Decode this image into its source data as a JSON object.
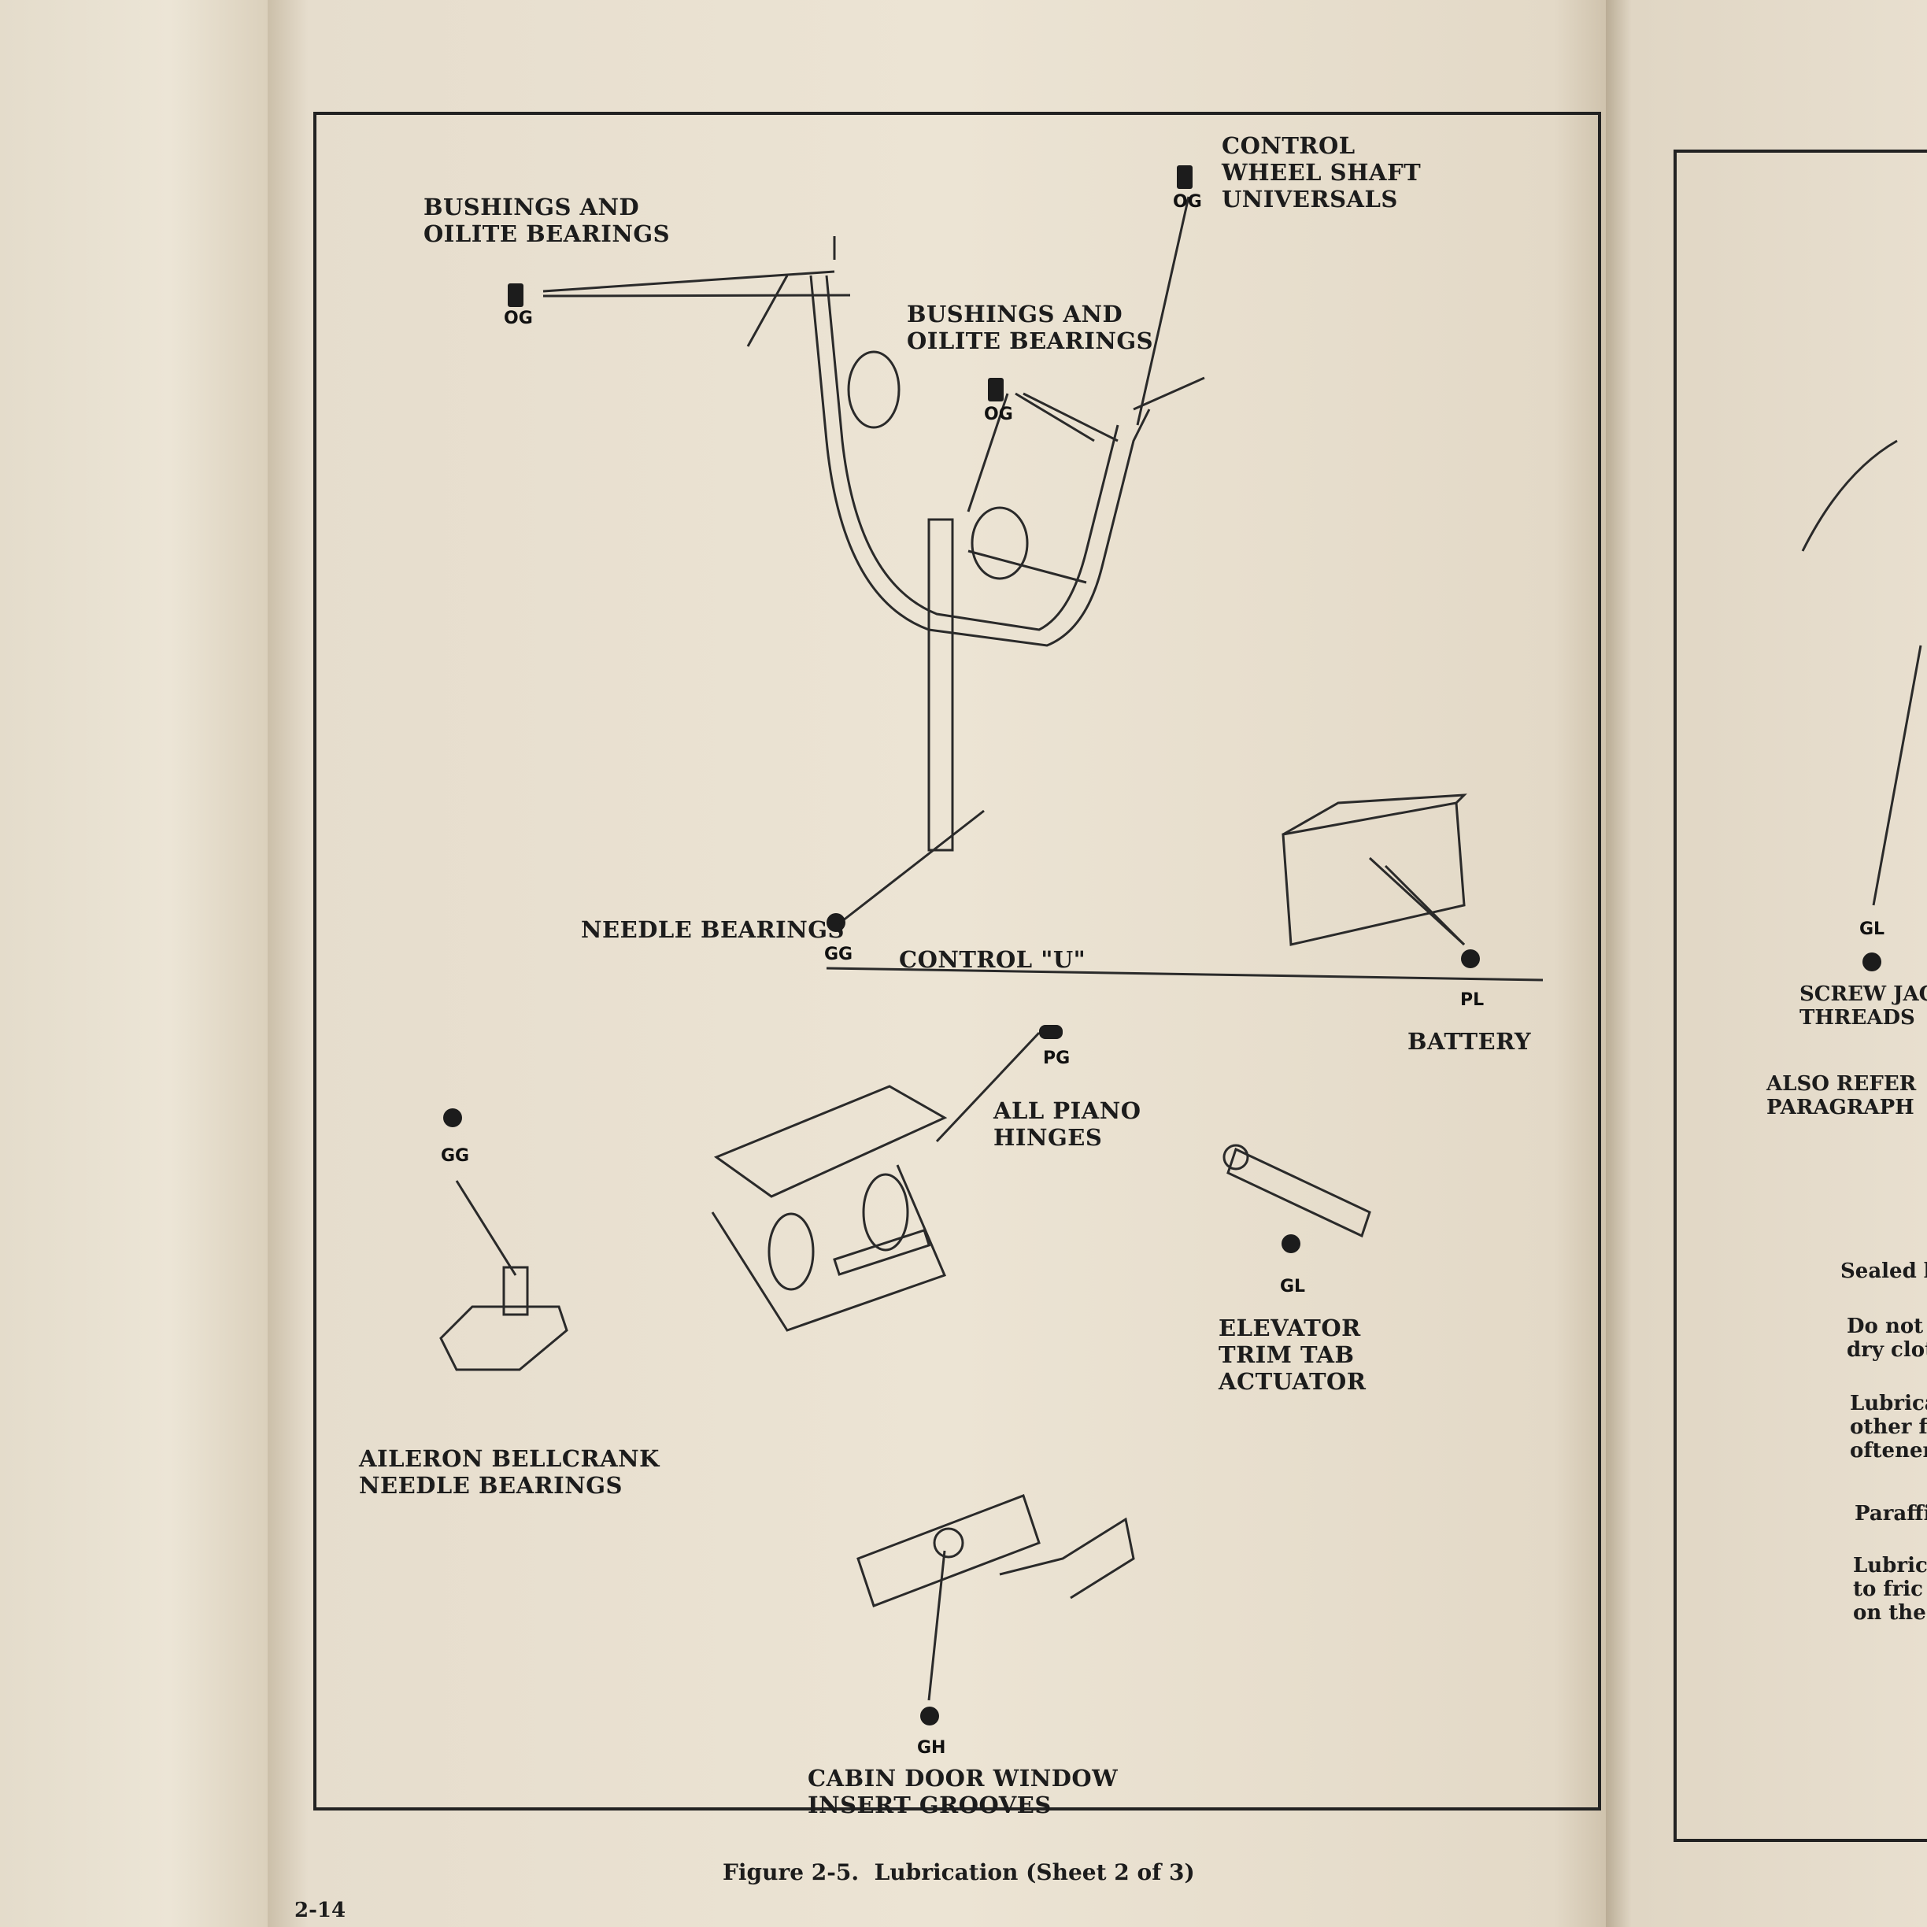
{
  "labels": {
    "bushings_top": "BUSHINGS AND\nOILITE BEARINGS",
    "bushings_mid": "BUSHINGS AND\nOILITE BEARINGS",
    "control_wheel": "CONTROL\nWHEEL SHAFT\nUNIVERSALS",
    "needle_bearings": "NEEDLE BEARINGS",
    "control_u": "CONTROL \"U\"",
    "battery": "BATTERY",
    "piano_hinges": "ALL PIANO\nHINGES",
    "elevator_trim": "ELEVATOR\nTRIM TAB\nACTUATOR",
    "aileron_bellcrank": "AILERON BELLCRANK\nNEEDLE BEARINGS",
    "cabin_door": "CABIN DOOR WINDOW\nINSERT GROOVES"
  },
  "codes": {
    "og1": "OG",
    "og2": "OG",
    "og3": "OG",
    "gg1": "GG",
    "gg2": "GG",
    "pl": "PL",
    "pg": "PG",
    "gl": "GL",
    "gh": "GH",
    "gl_right": "GL"
  },
  "caption": "Figure 2-5.  Lubrication (Sheet 2 of 3)",
  "page_number": "2-14",
  "right_page": {
    "screw_jack": "SCREW JAC\nTHREADS",
    "also_refer": "ALSO REFER\nPARAGRAPH",
    "sealed": "Sealed b",
    "do_not": "Do not l\ndry clot",
    "lubrica": "Lubrica\nother fr\noftener",
    "paraffi": "Paraffi",
    "lubric2": "Lubric\nto fric\non the"
  },
  "colors": {
    "ink": "#1c1c1c",
    "paper": "#ece4d4"
  }
}
